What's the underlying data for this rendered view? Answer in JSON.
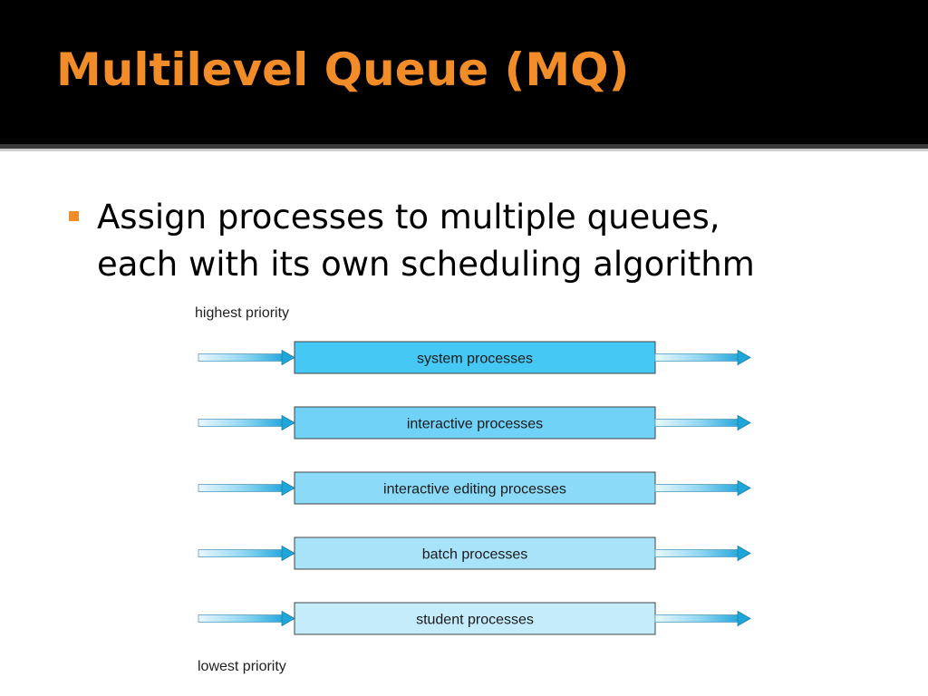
{
  "slide": {
    "title": "Multilevel Queue (MQ)",
    "bullet_lines": [
      "Assign processes to multiple queues,",
      "each with its own scheduling algorithm"
    ]
  },
  "diagram": {
    "top_label": "highest priority",
    "bottom_label": "lowest priority",
    "queues": [
      {
        "label": "system processes",
        "color": "#45c8f4"
      },
      {
        "label": "interactive processes",
        "color": "#6fd2f6"
      },
      {
        "label": "interactive editing processes",
        "color": "#8bdaf7"
      },
      {
        "label": "batch processes",
        "color": "#a9e3f9"
      },
      {
        "label": "student processes",
        "color": "#c5ecfb"
      }
    ]
  },
  "colors": {
    "title_bg": "#000000",
    "title_text": "#f28c28",
    "bullet": "#f28c28",
    "arrow_head": "#1fa6d8",
    "box_stroke": "#444444"
  }
}
